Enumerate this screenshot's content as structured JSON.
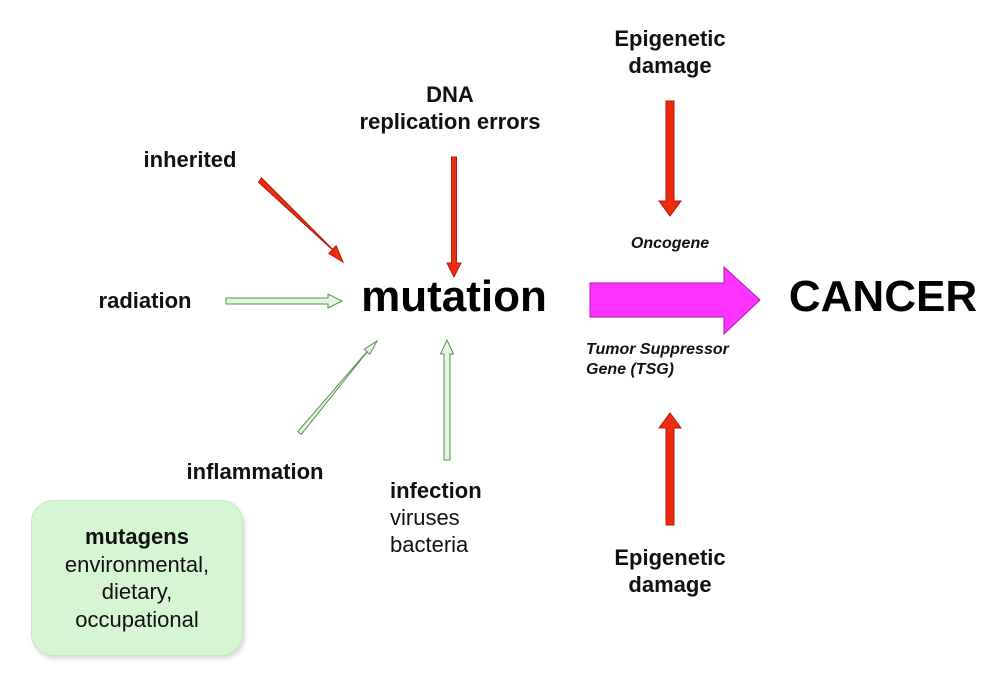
{
  "diagram": {
    "center": "mutation",
    "outcome": "CANCER",
    "causes": {
      "inherited": "inherited",
      "dna_line1": "DNA",
      "dna_line2": "replication errors",
      "radiation": "radiation",
      "inflammation": "inflammation",
      "infection_title": "infection",
      "infection_line2": "viruses",
      "infection_line3": "bacteria"
    },
    "epigenetic_top_line1": "Epigenetic",
    "epigenetic_top_line2": "damage",
    "epigenetic_bottom_line1": "Epigenetic",
    "epigenetic_bottom_line2": "damage",
    "oncogene": "Oncogene",
    "tsg_line1": "Tumor Suppressor",
    "tsg_line2": "Gene (TSG)",
    "mutagens": {
      "title": "mutagens",
      "line1": "environmental,",
      "line2": "dietary,",
      "line3": "occupational"
    }
  },
  "colors": {
    "red_arrow": "#ee2a10",
    "red_arrow_edge": "#b21c08",
    "green_arrow_fill": "#e3f6df",
    "green_arrow_edge": "#5c8f57",
    "magenta_arrow": "#ff33ff",
    "box_fill": "#d6f5d2"
  }
}
